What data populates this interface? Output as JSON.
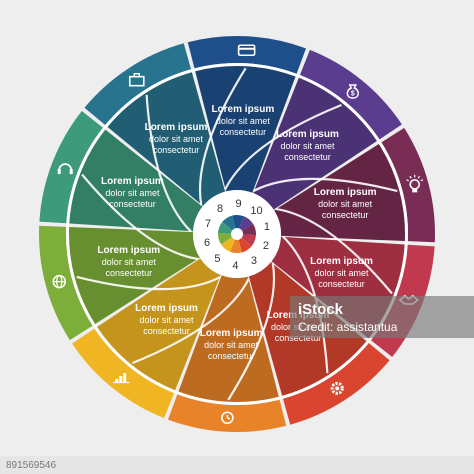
{
  "diagram": {
    "segments": [
      {
        "number": "1",
        "color": "#7a2d54",
        "title": "Lorem ipsum",
        "line1": "dolor sit amet",
        "line2": "consectetur",
        "icon": "lightbulb-icon"
      },
      {
        "number": "2",
        "color": "#c0394f",
        "title": "Lorem ipsum",
        "line1": "dolor sit amet",
        "line2": "consectetur",
        "icon": "handshake-icon"
      },
      {
        "number": "3",
        "color": "#d9452f",
        "title": "Lorem ipsum",
        "line1": "dolor sit amet",
        "line2": "consectetur",
        "icon": "gear-icon"
      },
      {
        "number": "4",
        "color": "#e8832a",
        "title": "Lorem ipsum",
        "line1": "dolor sit amet",
        "line2": "consectetur",
        "icon": "clock-icon"
      },
      {
        "number": "5",
        "color": "#f0b523",
        "title": "Lorem ipsum",
        "line1": "dolor sit amet",
        "line2": "consectetur",
        "icon": "bar-chart-icon"
      },
      {
        "number": "6",
        "color": "#7eae3a",
        "title": "Lorem ipsum",
        "line1": "dolor sit amet",
        "line2": "consectetur",
        "icon": "globe-icon"
      },
      {
        "number": "7",
        "color": "#3d9b7c",
        "title": "Lorem ipsum",
        "line1": "dolor sit amet",
        "line2": "consectetur",
        "icon": "headset-icon"
      },
      {
        "number": "8",
        "color": "#28738e",
        "title": "Lorem ipsum",
        "line1": "dolor sit amet",
        "line2": "consectetur",
        "icon": "briefcase-icon"
      },
      {
        "number": "9",
        "color": "#1f4f8b",
        "title": "Lorem ipsum",
        "line1": "dolor sit amet",
        "line2": "consectetur",
        "icon": "credit-card-icon"
      },
      {
        "number": "10",
        "color": "#5a3d8e",
        "title": "Lorem ipsum",
        "line1": "dolor sit amet",
        "line2": "consectetur",
        "icon": "money-bag-icon"
      }
    ]
  },
  "watermark": {
    "brand": "iStock",
    "credit": "Credit: assistantua"
  },
  "stock_id": "891569546"
}
